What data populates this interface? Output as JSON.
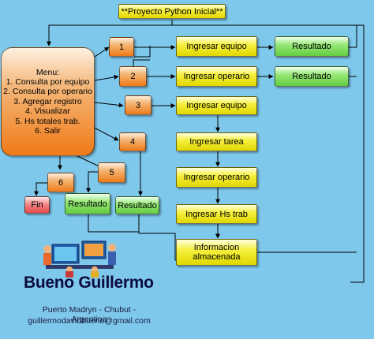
{
  "title": "**Proyecto Python Inicial**",
  "menu": {
    "heading": "Menu:",
    "items": [
      "1. Consulta por equipo",
      "2. Consulta por operario",
      "3. Agregar registro",
      "4. Visualizar",
      "5. Hs totales trab.",
      "6. Salir"
    ]
  },
  "options": {
    "n1": "1",
    "n2": "2",
    "n3": "3",
    "n4": "4",
    "n5": "5",
    "n6": "6"
  },
  "steps": {
    "ingresar_equipo_1": "Ingresar equipo",
    "ingresar_operario_2": "Ingresar operario",
    "ingresar_equipo_3": "Ingresar equipo",
    "ingresar_tarea": "Ingresar tarea",
    "ingresar_operario_3": "Ingresar operario",
    "ingresar_hs_trab": "Ingresar Hs trab",
    "informacion_line1": "Informacion",
    "informacion_line2": "almacenada"
  },
  "results": {
    "r1": "Resultado",
    "r2": "Resultado",
    "r5": "Resultado",
    "r4": "Resultado"
  },
  "fin": "Fin",
  "footer": {
    "author": "Bueno Guillermo",
    "location": "Puerto Madryn - Chubut - Argentina",
    "email": "guillermodavidbueno@gmail.com"
  },
  "colors": {
    "background": "#7ec8ec",
    "process": "#f07a18",
    "input": "#e0d700",
    "result": "#62cc40",
    "end": "#e84848"
  }
}
